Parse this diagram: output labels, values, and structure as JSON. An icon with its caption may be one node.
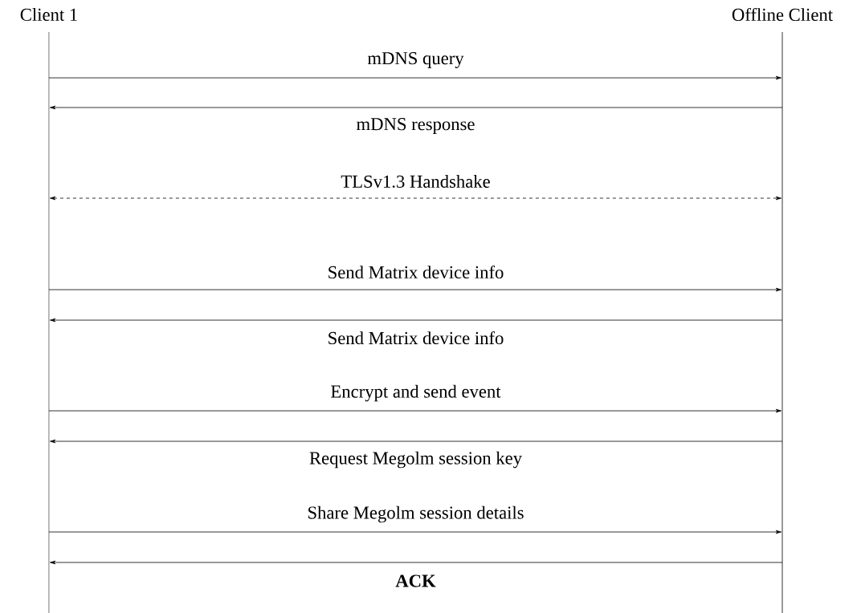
{
  "diagram": {
    "nodes": [
      {
        "text": [
          "Client 1"
        ]
      },
      {
        "text": [
          "Offline Client"
        ]
      }
    ],
    "edges": [
      {
        "from": 0,
        "to": 1,
        "arrow": "to",
        "label": "mDNS query"
      },
      {
        "from": 1,
        "to": 0,
        "arrow": "to",
        "label": "mDNS response"
      },
      {
        "from": 0,
        "to": 1,
        "arrow": "both",
        "label": "TLSv1.3 Handshake",
        "style": "dashed"
      },
      {
        "from": 0,
        "to": 1,
        "arrow": "to",
        "label": "Send Matrix device info"
      },
      {
        "from": 1,
        "to": 0,
        "arrow": "to",
        "label": "Send Matrix device info"
      },
      {
        "from": 0,
        "to": 1,
        "arrow": "to",
        "label": "Encrypt and send event"
      },
      {
        "from": 1,
        "to": 0,
        "arrow": "to",
        "label": "Request Megolm session key"
      },
      {
        "from": 0,
        "to": 1,
        "arrow": "to",
        "label": "Share Megolm session details"
      },
      {
        "from": 1,
        "to": 0,
        "arrow": "to",
        "label": "ACK"
      }
    ]
  }
}
